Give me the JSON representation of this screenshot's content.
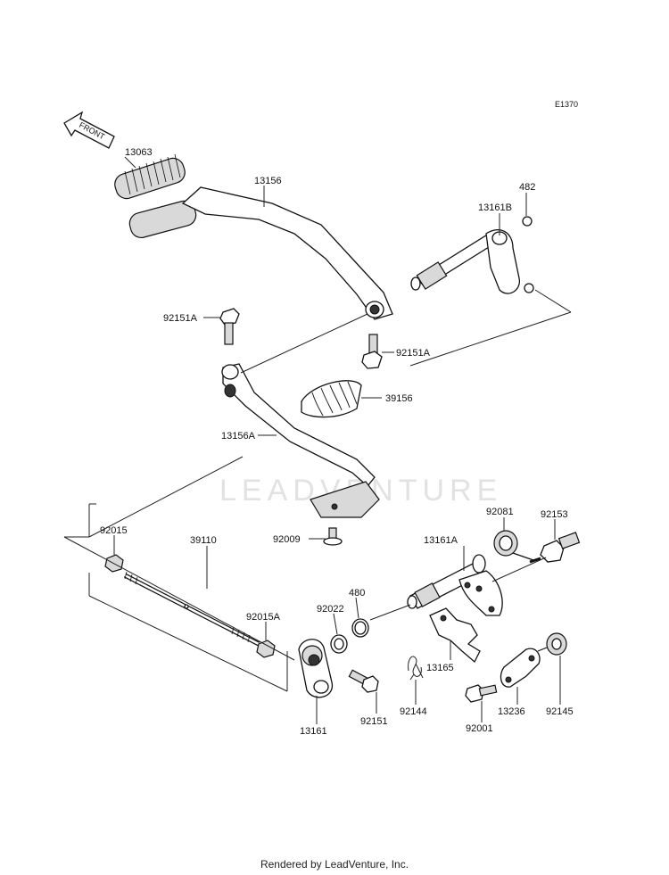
{
  "diagram_code": "E1370",
  "front_label": "FRONT",
  "watermark": "LEADVENTURE",
  "footer": "Rendered by LeadVenture, Inc.",
  "parts": {
    "p13063": "13063",
    "p13156": "13156",
    "p482": "482",
    "p13161B": "13161B",
    "p92151A_top": "92151A",
    "p92151A_mid": "92151A",
    "p39156": "39156",
    "p13156A": "13156A",
    "p92009": "92009",
    "p92081": "92081",
    "p92153": "92153",
    "p92015": "92015",
    "p39110": "39110",
    "p13161A": "13161A",
    "p480": "480",
    "p92022": "92022",
    "p92015A": "92015A",
    "p13165": "13165",
    "p92144": "92144",
    "p92145": "92145",
    "p13236": "13236",
    "p92001": "92001",
    "p13161": "13161",
    "p92151": "92151"
  }
}
